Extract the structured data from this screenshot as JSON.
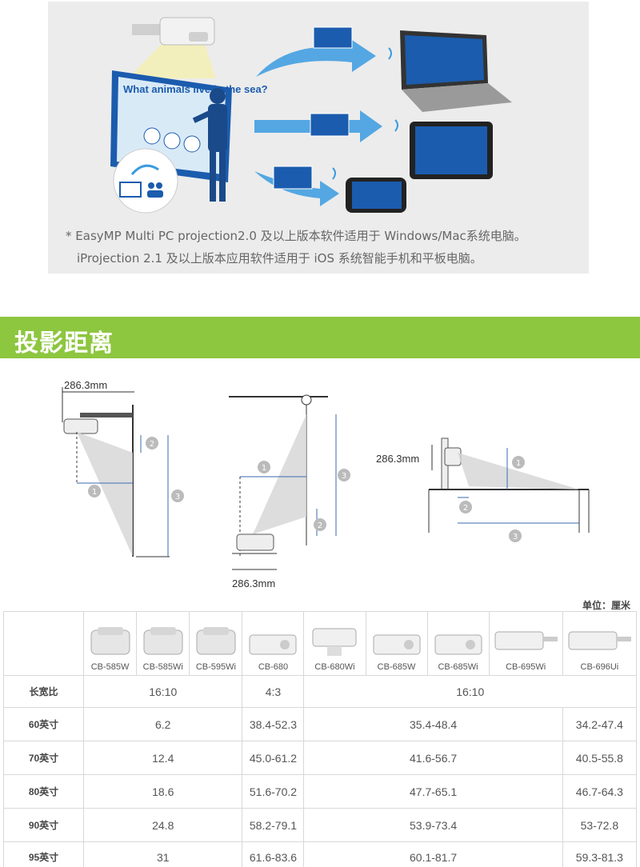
{
  "banner": {
    "screen_text": "What animals live in the sea?",
    "notes": [
      "* EasyMP Multi PC projection2.0 及以上版本软件适用于 Windows/Mac系统电脑。",
      "iProjection 2.1 及以上版本应用软件适用于 iOS 系统智能手机和平板电脑。"
    ]
  },
  "section": {
    "title": "投影距离"
  },
  "diagrams": {
    "dim_label": "286.3mm",
    "markers": [
      "1",
      "2",
      "3"
    ]
  },
  "table": {
    "unit": "单位：厘米",
    "models": [
      "CB-585W",
      "CB-585Wi",
      "CB-595Wi",
      "CB-680",
      "CB-680Wi",
      "CB-685W",
      "CB-685Wi",
      "CB-695Wi",
      "CB-696Ui"
    ],
    "aspect": {
      "label": "长宽比",
      "values": [
        "16:10",
        "4:3",
        "16:10"
      ]
    },
    "rows": [
      {
        "label": "60英寸",
        "a": "6.2",
        "b": "38.4-52.3",
        "c": "35.4-48.4",
        "d": "34.2-47.4"
      },
      {
        "label": "70英寸",
        "a": "12.4",
        "b": "45.0-61.2",
        "c": "41.6-56.7",
        "d": "40.5-55.8"
      },
      {
        "label": "80英寸",
        "a": "18.6",
        "b": "51.6-70.2",
        "c": "47.7-65.1",
        "d": "46.7-64.3"
      },
      {
        "label": "90英寸",
        "a": "24.8",
        "b": "58.2-79.1",
        "c": "53.9-73.4",
        "d": "53-72.8"
      },
      {
        "label": "95英寸",
        "a": "31",
        "b": "61.6-83.6",
        "c": "60.1-81.7",
        "d": "59.3-81.3"
      }
    ]
  },
  "colors": {
    "green": "#8dc63f",
    "arrow": "#3a9be0",
    "screen": "#1b5cae"
  }
}
